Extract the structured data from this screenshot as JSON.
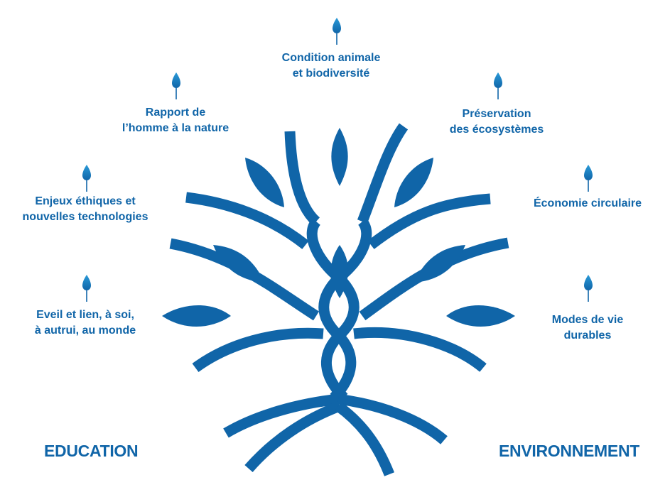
{
  "colors": {
    "brand_blue": "#1065a8",
    "light_blue": "#2a9ad8"
  },
  "icons": {
    "theme_marker": "droplet-icon",
    "central_figure": "tree-icon"
  },
  "titles": {
    "left": "EDUCATION",
    "right": "ENVIRONNEMENT"
  },
  "themes": {
    "eveil": {
      "lines": [
        "Eveil et lien, à soi,",
        "à autrui, au monde"
      ]
    },
    "enjeux": {
      "lines": [
        "Enjeux éthiques et",
        "nouvelles technologies"
      ]
    },
    "rapport": {
      "lines": [
        "Rapport de",
        "l’homme à la nature"
      ]
    },
    "condition": {
      "lines": [
        "Condition animale",
        "et biodiversité"
      ]
    },
    "preservation": {
      "lines": [
        "Préservation",
        "des écosystèmes"
      ]
    },
    "economie": {
      "lines": [
        "Économie circulaire"
      ]
    },
    "modes": {
      "lines": [
        "Modes de vie",
        "durables"
      ]
    }
  }
}
